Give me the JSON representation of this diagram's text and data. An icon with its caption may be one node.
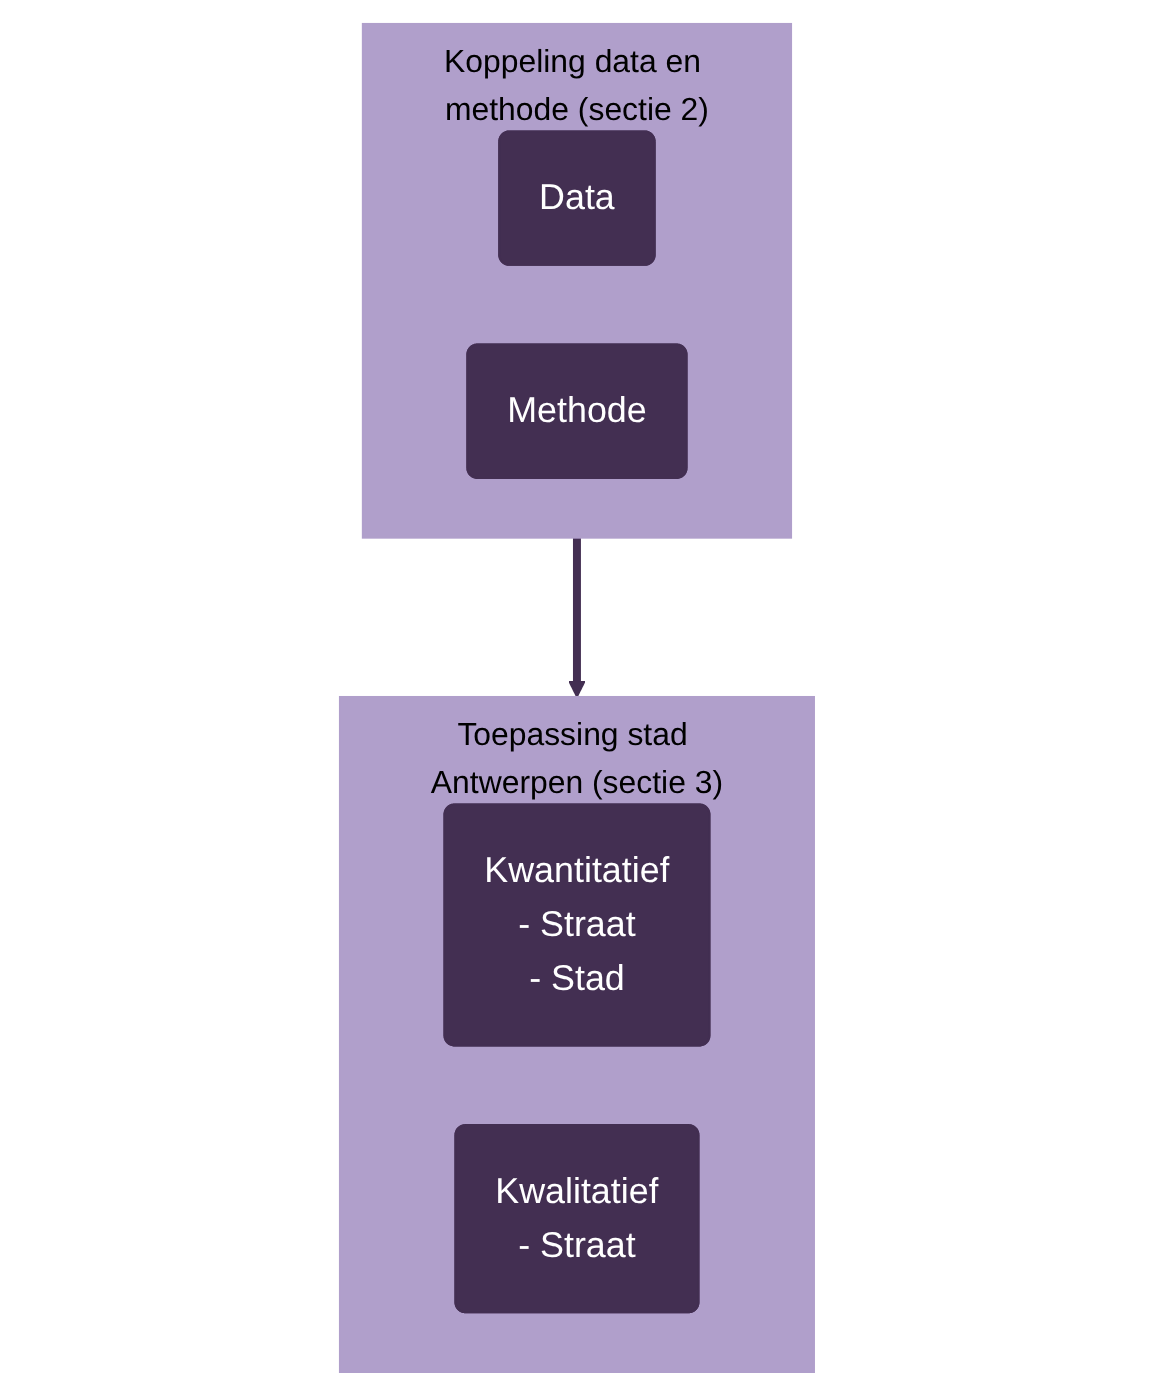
{
  "diagram": {
    "nodes": [
      {
        "text": [
          "Koppeling data en methode (sectie 2)"
        ]
      },
      {
        "text": [
          "Data"
        ],
        "in": 0
      },
      {
        "text": [
          "Methode"
        ],
        "in": 0
      },
      {
        "text": [
          "Toepassing stad Antwerpen (sectie 3)"
        ]
      },
      {
        "text": [
          "Kwantitatief",
          "- Straat",
          "- Stad"
        ],
        "in": 3
      },
      {
        "text": [
          "Kwalitatief",
          "- Straat"
        ],
        "in": 3
      }
    ],
    "edges": [
      {
        "from": 0,
        "to": 3,
        "arrow": "to"
      }
    ]
  }
}
